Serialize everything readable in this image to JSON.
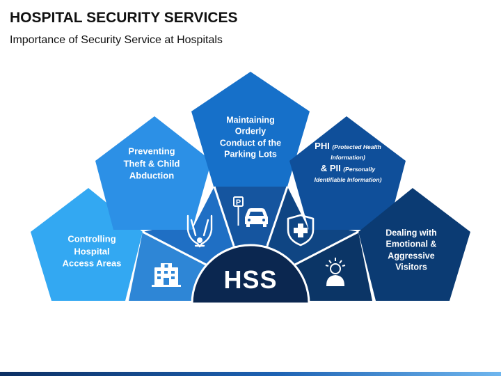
{
  "header": {
    "title": "HOSPITAL SECURITY SERVICES",
    "subtitle": "Importance of Security Service at Hospitals"
  },
  "hub": {
    "label": "HSS"
  },
  "pentagons": [
    {
      "id": "access",
      "lines": [
        "Controlling",
        "Hospital",
        "Access Areas"
      ],
      "color": "#33a8f2",
      "icon": "hospital-building-icon"
    },
    {
      "id": "theft",
      "lines": [
        "Preventing",
        "Theft & Child",
        "Abduction"
      ],
      "color": "#2c90e6",
      "icon": "protective-hands-icon"
    },
    {
      "id": "parking",
      "lines": [
        "Maintaining",
        "Orderly",
        "Conduct of the",
        "Parking Lots"
      ],
      "color": "#1670c9",
      "icon": "parking-car-icon"
    },
    {
      "id": "phi",
      "phi_label": "PHI",
      "phi_note": "(Protected Health Information)",
      "pii_label": "& PII",
      "pii_note": "(Personally Identifiable Information)",
      "color": "#0f4f9a",
      "icon": "shield-cross-icon"
    },
    {
      "id": "visitors",
      "lines": [
        "Dealing with",
        "Emotional &",
        "Aggressive",
        "Visitors"
      ],
      "color": "#0b3b73",
      "icon": "stressed-person-icon"
    }
  ],
  "icons": {
    "parking_sign": "P"
  },
  "colors": {
    "hub": "#0b2750",
    "wedge1": "#2e86d6",
    "wedge2": "#1f6fc4",
    "wedge3": "#15559f",
    "wedge4": "#0f4583",
    "wedge5": "#0b3566"
  }
}
